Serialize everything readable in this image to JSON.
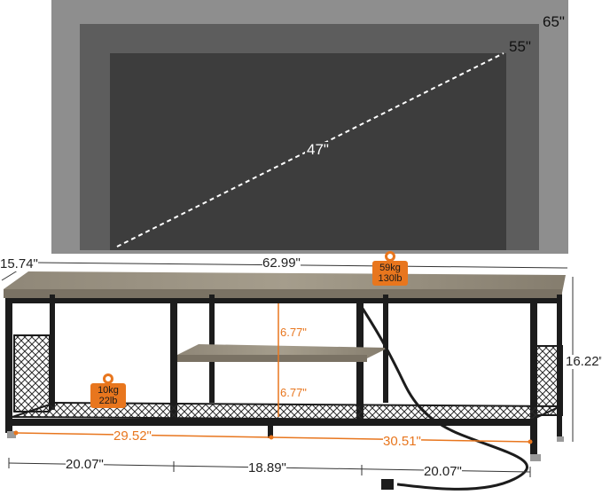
{
  "tv_sizes": {
    "large": "65\"",
    "medium": "55\"",
    "small": "47\""
  },
  "dimensions": {
    "depth": "15.74\"",
    "width": "62.99\"",
    "height": "16.22\"",
    "shelf_upper": "6.77\"",
    "shelf_lower": "6.77\"",
    "left_bay": "29.52\"",
    "right_bay": "30.51\"",
    "span_left": "20.07\"",
    "span_middle": "18.89\"",
    "span_right": "20.07\""
  },
  "load_capacity": {
    "top": {
      "kg": "59kg",
      "lb": "130lb"
    },
    "bottom": {
      "kg": "10kg",
      "lb": "22lb"
    }
  },
  "colors": {
    "tv_large": "#8e8e8e",
    "tv_medium": "#5a5a5a",
    "tv_small": "#3d3d3d",
    "frame": "#1c1c1c",
    "wood": "#8a8273",
    "accent": "#e8761e"
  }
}
